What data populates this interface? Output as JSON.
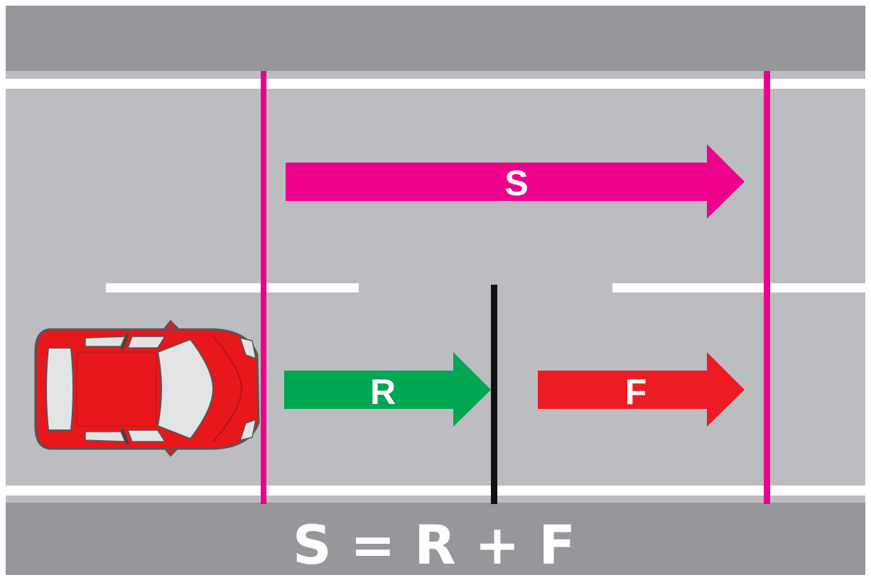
{
  "diagram": {
    "labels": {
      "total": "S",
      "reaction": "R",
      "braking": "F"
    },
    "formula": "S = R + F",
    "colors": {
      "verge": "#96979a",
      "road": "#bcbdc0",
      "lane_marking": "#ffffff",
      "boundary": "#ec008c",
      "total_arrow": "#ec008c",
      "reaction_arrow": "#00a651",
      "braking_arrow": "#ed1c24",
      "reaction_end_line": "#111111",
      "car_body": "#e8171c",
      "car_glass": "#e2e3e4"
    },
    "icons": {
      "vehicle": "car-icon"
    }
  }
}
